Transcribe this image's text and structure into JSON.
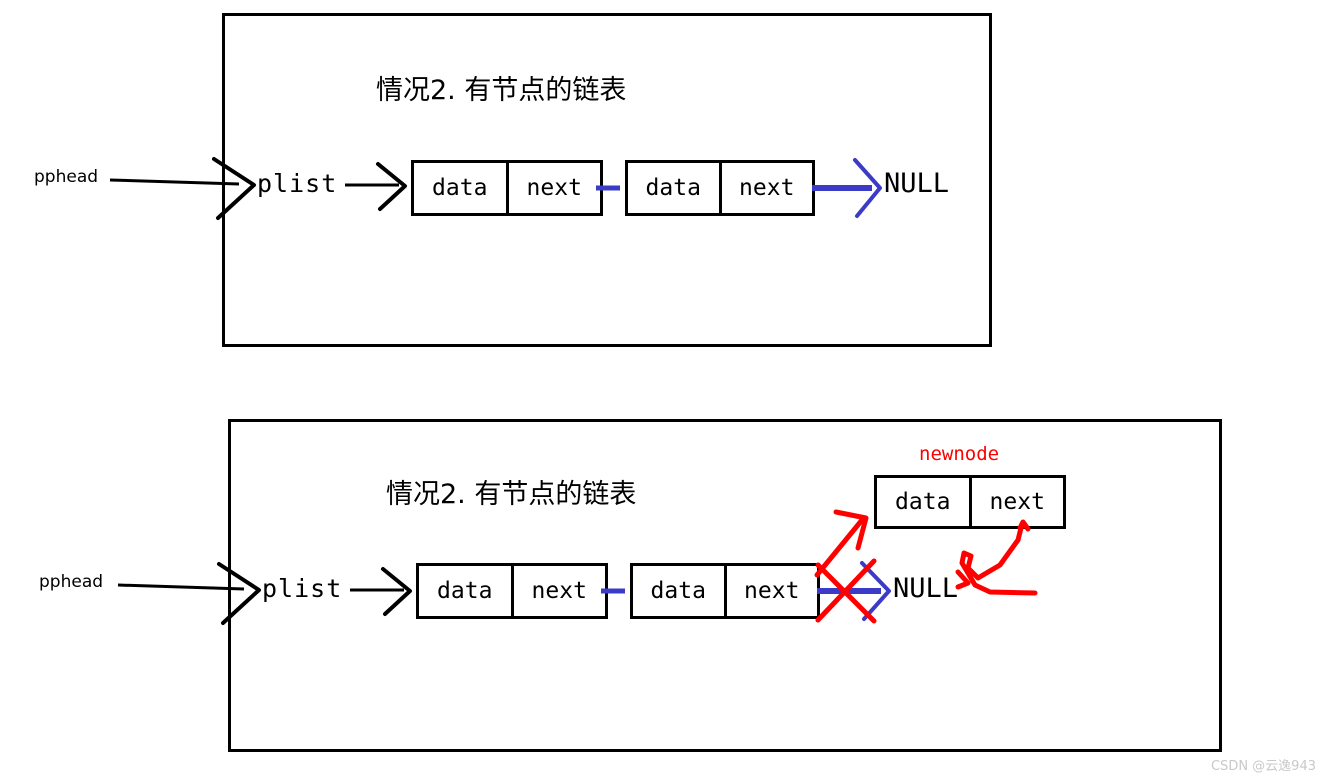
{
  "document": {
    "watermark": "CSDN @云逸943"
  },
  "panels": [
    {
      "id": "panel-1",
      "title": "情况2. 有节点的链表",
      "pointer_label": "pphead",
      "head_label": "plist",
      "terminator": "NULL",
      "nodes": [
        {
          "data_label": "data",
          "next_label": "next"
        },
        {
          "data_label": "data",
          "next_label": "next"
        }
      ]
    },
    {
      "id": "panel-2",
      "title": "情况2. 有节点的链表",
      "pointer_label": "pphead",
      "head_label": "plist",
      "terminator": "NULL",
      "nodes": [
        {
          "data_label": "data",
          "next_label": "next"
        },
        {
          "data_label": "data",
          "next_label": "next"
        }
      ],
      "newnode": {
        "label": "newnode",
        "data_label": "data",
        "next_label": "next"
      }
    }
  ],
  "colors": {
    "outline": "#000000",
    "null_arrow": "#3b3bc8",
    "annotation": "#ff0000",
    "watermark": "#c9c9c9",
    "background": "#ffffff"
  }
}
